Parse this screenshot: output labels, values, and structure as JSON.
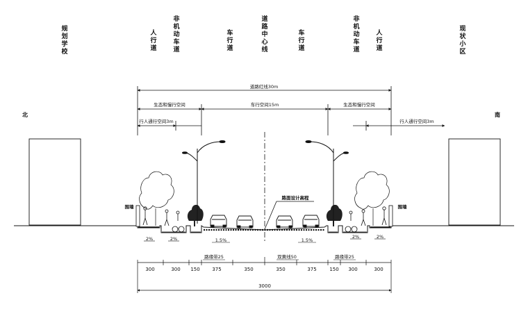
{
  "top_labels": {
    "school": "规划学校",
    "sidewalk_left": "人行道",
    "nonmotor_left": "非机动车道",
    "lane_left": "车行道",
    "centerline": "道路中心线",
    "lane_right": "车行道",
    "nonmotor_right": "非机动车道",
    "sidewalk_right": "人行道",
    "residential": "现状小区"
  },
  "directions": {
    "north": "北",
    "south": "南"
  },
  "spans": {
    "red_line": "道路红线30m",
    "eco_left": "生态和慢行空间",
    "carriageway": "车行空间15m",
    "eco_right": "生态和慢行空间",
    "ped_left": "行人通行空间3m",
    "ped_right": "行人通行空间3m"
  },
  "annotations": {
    "wall_left": "围墙",
    "wall_right": "围墙",
    "design_elevation": "路面设计高程",
    "curb_left": "路缘带25",
    "double_yellow": "双黄线50",
    "curb_right": "路缘带25"
  },
  "slopes": [
    "2%",
    "2%",
    "1.5%",
    "1.5%",
    "2%",
    "2%"
  ],
  "dimensions": [
    "300",
    "300",
    "150",
    "375",
    "350",
    "350",
    "375",
    "150",
    "300",
    "300"
  ],
  "total_width": "3000"
}
